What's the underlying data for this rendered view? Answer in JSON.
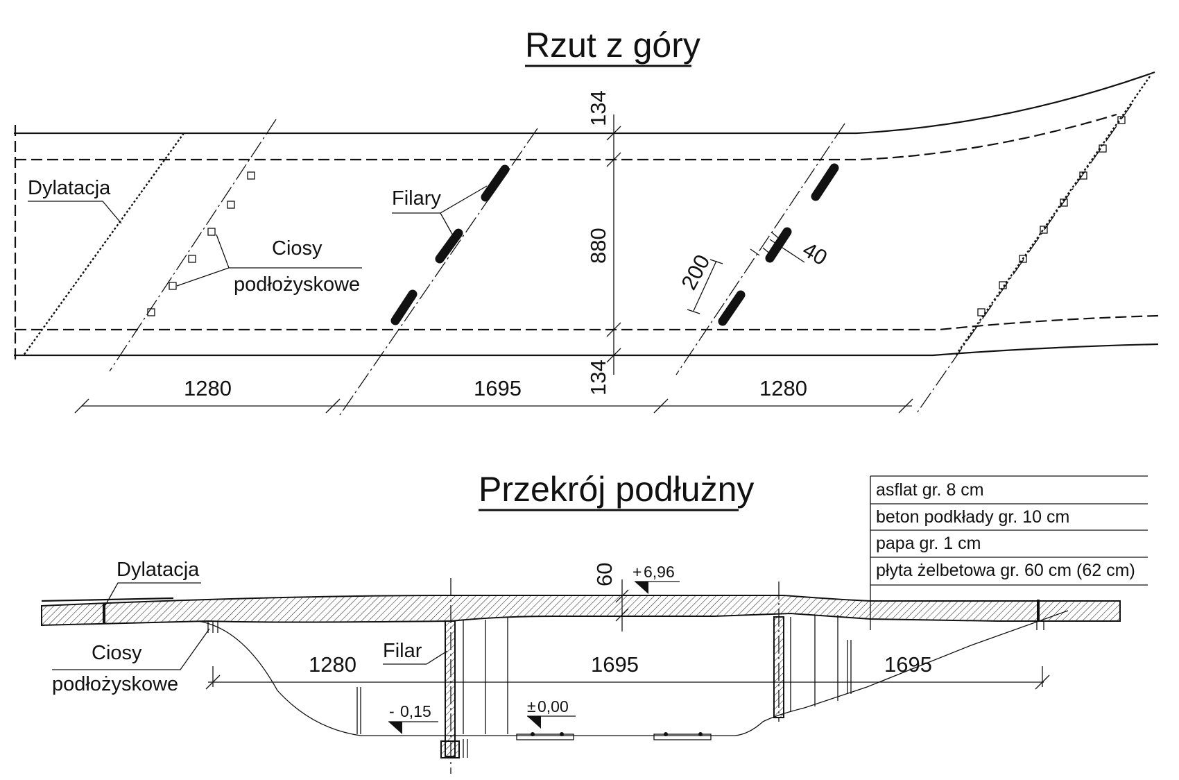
{
  "plan": {
    "title": "Rzut z góry",
    "label_dylatacja": "Dylatacja",
    "label_filary": "Filary",
    "label_ciosy_1": "Ciosy",
    "label_ciosy_2": "podłożyskowe",
    "dim_top": "134",
    "dim_middle": "880",
    "dim_bottom": "134",
    "dim_span_1": "1280",
    "dim_span_2": "1695",
    "dim_span_3": "1280",
    "dim_pier_length": "200",
    "dim_pier_width": "40"
  },
  "section": {
    "title": "Przekrój podłużny",
    "layers": [
      "asflat gr. 8 cm",
      "beton podkłady gr. 10 cm",
      "papa gr. 1 cm",
      "płyta żelbetowa gr. 60 cm (62 cm)"
    ],
    "label_dylatacja": "Dylatacja",
    "label_ciosy_1": "Ciosy",
    "label_ciosy_2": "podłożyskowe",
    "label_filar": "Filar",
    "dim_slab": "60",
    "level_top": "6,96",
    "level_left_sign": "-",
    "level_left": "0,15",
    "level_zero_sign": "±",
    "level_zero": "0,00",
    "level_top_sign": "+",
    "dim_span_1": "1280",
    "dim_span_2": "1695",
    "dim_span_3": "1695"
  }
}
